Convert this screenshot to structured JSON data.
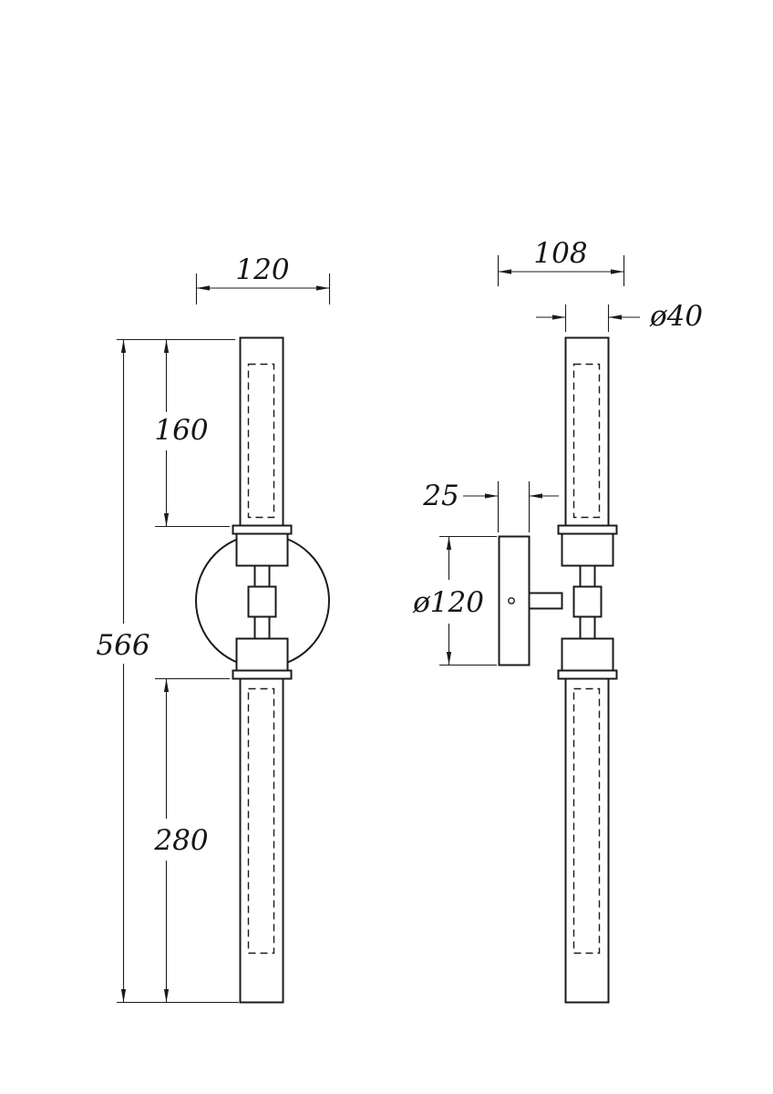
{
  "drawing": {
    "colors": {
      "background": "#ffffff",
      "ink": "#1b1b1b"
    },
    "dims": {
      "plate_width": "120",
      "upper_section": "160",
      "total_height": "566",
      "lower_section": "280",
      "depth": "108",
      "tube_diameter": "ø40",
      "plate_thickness": "25",
      "plate_diameter": "ø120"
    }
  }
}
